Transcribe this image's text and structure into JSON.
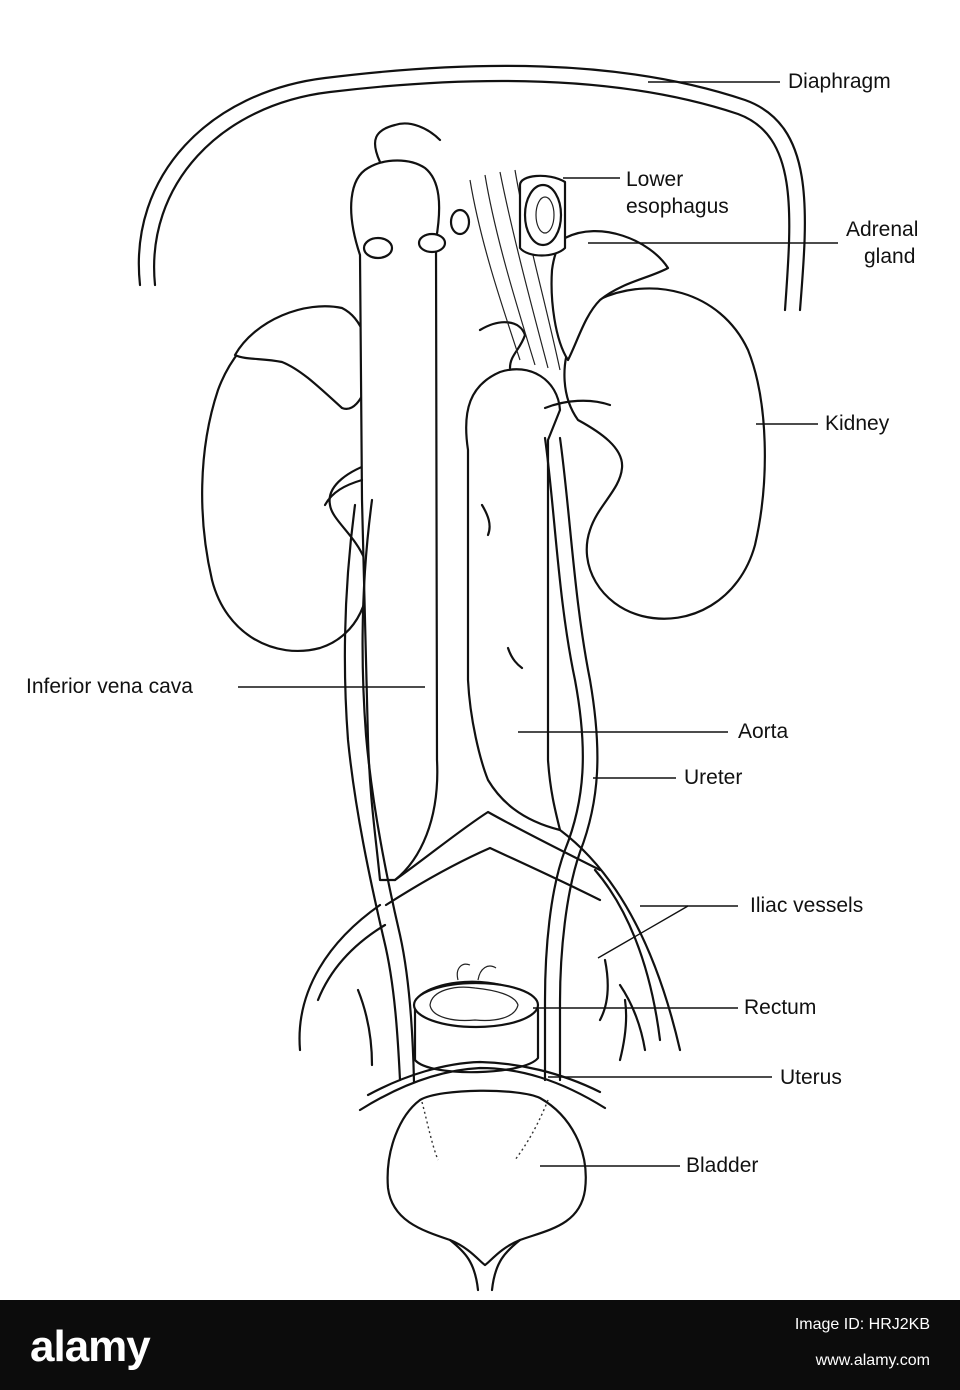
{
  "labels": {
    "diaphragm": "Diaphragm",
    "lower_esophagus_1": "Lower",
    "lower_esophagus_2": "esophagus",
    "adrenal_gland_1": "Adrenal",
    "adrenal_gland_2": "gland",
    "kidney": "Kidney",
    "inferior_vena_cava": "Inferior vena cava",
    "aorta": "Aorta",
    "ureter": "Ureter",
    "iliac_vessels": "Iliac vessels",
    "rectum": "Rectum",
    "uterus": "Uterus",
    "bladder": "Bladder"
  },
  "watermark": {
    "logo": "alamy",
    "image_id": "Image ID: HRJ2KB",
    "url": "www.alamy.com"
  },
  "colors": {
    "ink": "#111111",
    "background": "#ffffff",
    "watermark_bar": "#0c0c0c"
  }
}
